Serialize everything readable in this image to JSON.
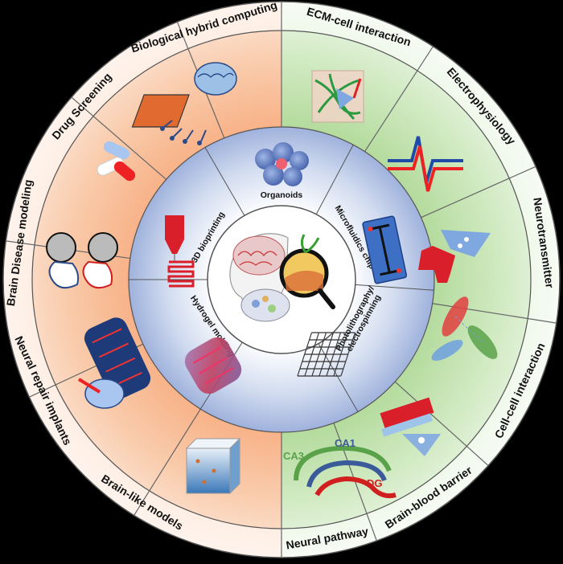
{
  "outer_ring": {
    "left": [
      {
        "id": "biological-hybrid-computing",
        "label": "Biological hybrid computing"
      },
      {
        "id": "drug-screening",
        "label": "Drug Screening"
      },
      {
        "id": "brain-disease-modeling",
        "label": "Brain Disease modeling"
      },
      {
        "id": "neural-repair-implants",
        "label": "Neural repair implants"
      },
      {
        "id": "brain-like-models",
        "label": "Brain-like models"
      }
    ],
    "right": [
      {
        "id": "ecm-cell-interaction",
        "label": "ECM-cell interaction"
      },
      {
        "id": "electrophysiology",
        "label": "Electrophysiology"
      },
      {
        "id": "neurotransmitter",
        "label": "Neurotransmitter"
      },
      {
        "id": "cell-cell-interaction",
        "label": "Cell-cell interaction"
      },
      {
        "id": "brain-blood-barrier",
        "label": "Brain-blood barrier"
      },
      {
        "id": "neural-pathway",
        "label": "Neural pathway"
      }
    ]
  },
  "inner_ring": [
    {
      "id": "organoids",
      "label": "Organoids"
    },
    {
      "id": "microfluidics-chip",
      "label": "Microfluidics chip"
    },
    {
      "id": "photolithography",
      "label": "Photolithography/"
    },
    {
      "id": "electrospinning",
      "label": "electrospinning"
    },
    {
      "id": "hydrogel-molding",
      "label": "Hydrogel  molding"
    },
    {
      "id": "3d-bioprinting",
      "label": "3D bioprinting"
    }
  ],
  "hippocampus_labels": {
    "ca3": "CA3",
    "ca1": "CA1",
    "dg": "DG"
  },
  "colors": {
    "left_ring": "#f4c6a6",
    "right_ring": "#cfe6bf",
    "inner_ring": "#b9c8e6",
    "ca3": "#5aa24a",
    "ca1": "#3b5a9a",
    "dg": "#d11f1f",
    "border": "#555555"
  }
}
